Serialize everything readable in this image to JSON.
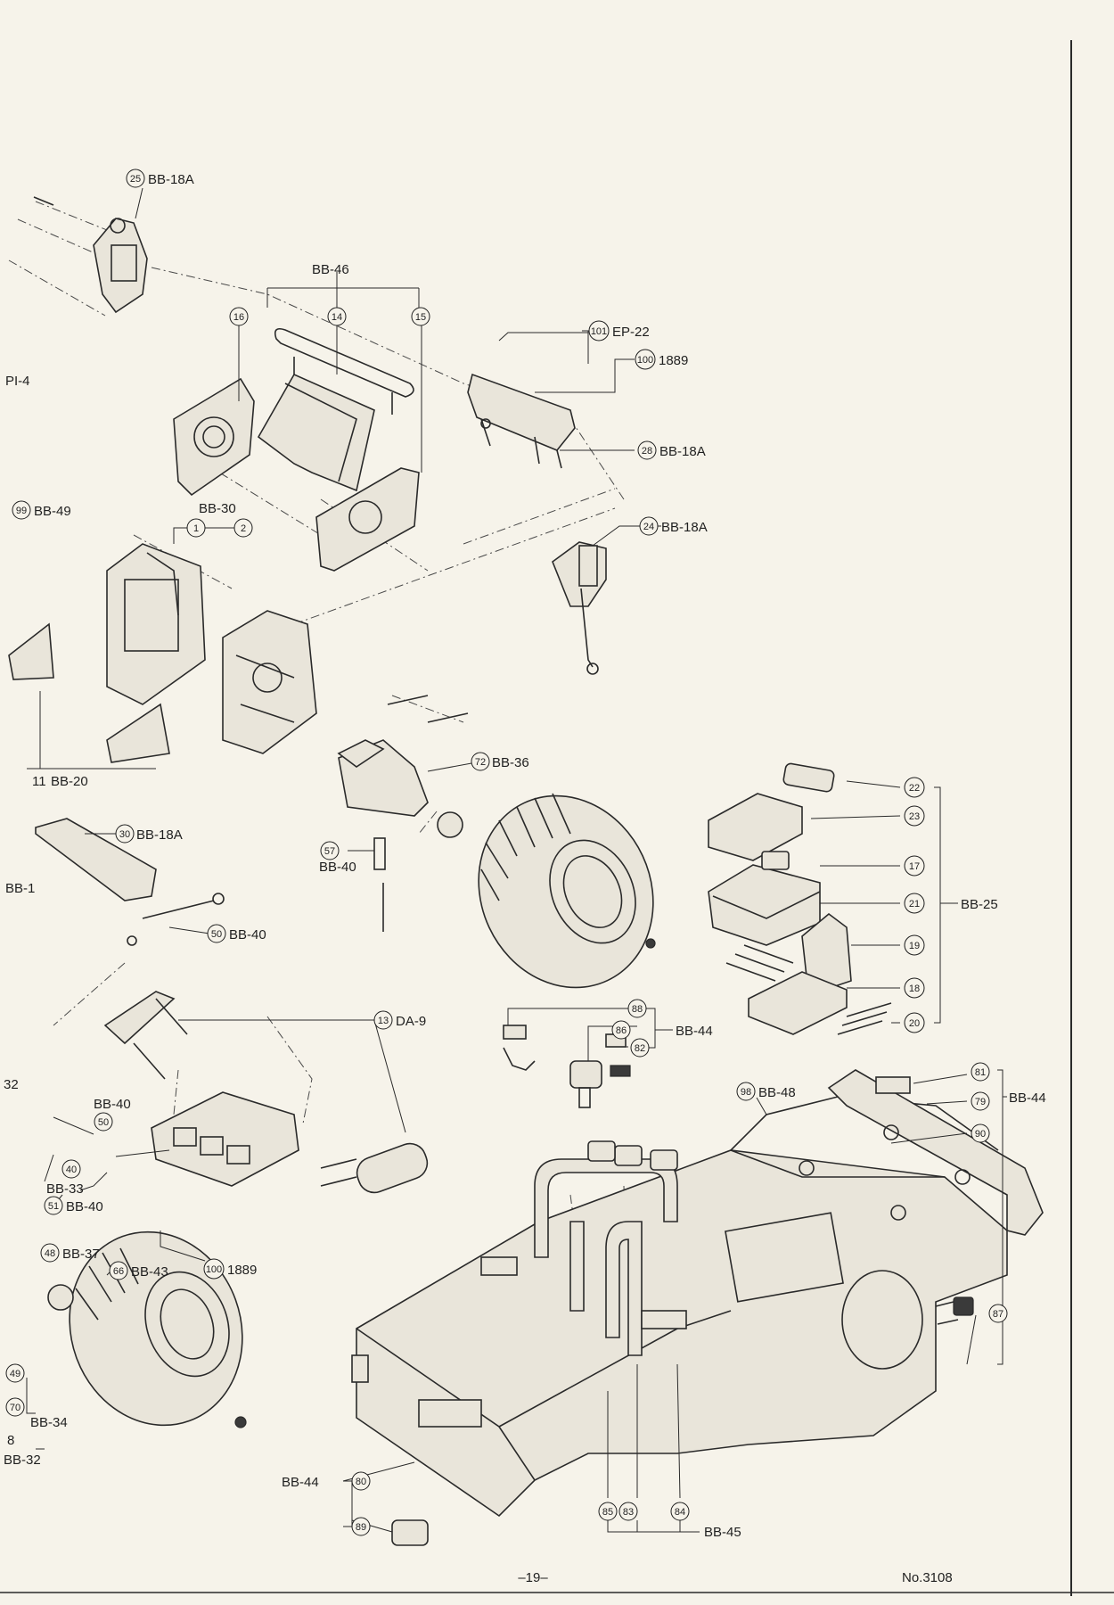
{
  "callouts": {
    "c25": {
      "num": "25",
      "code": "BB-18A"
    },
    "c16": {
      "num": "16"
    },
    "c14": {
      "num": "14"
    },
    "c15": {
      "num": "15"
    },
    "g14": {
      "code": "BB-46"
    },
    "c101": {
      "num": "101",
      "code": "EP-22"
    },
    "c100a": {
      "num": "100",
      "code": "1889"
    },
    "c28": {
      "num": "28",
      "code": "BB-18A"
    },
    "pi4": {
      "code": "PI-4"
    },
    "c99": {
      "num": "99",
      "code": "BB-49"
    },
    "g30": {
      "code": "BB-30"
    },
    "c1": {
      "num": "1"
    },
    "c2": {
      "num": "2"
    },
    "c24": {
      "num": "24",
      "code": "BB-18A"
    },
    "c11": {
      "num": "11",
      "code": "BB-20"
    },
    "c72": {
      "num": "72",
      "code": "BB-36"
    },
    "c30": {
      "num": "30",
      "code": "BB-18A"
    },
    "bb1": {
      "code": "BB-1"
    },
    "c57": {
      "num": "57",
      "code": "BB-40"
    },
    "c50a": {
      "num": "50",
      "code": "BB-40"
    },
    "c13": {
      "num": "13",
      "code": "DA-9"
    },
    "c22": {
      "num": "22"
    },
    "c23": {
      "num": "23"
    },
    "c17": {
      "num": "17"
    },
    "c21": {
      "num": "21"
    },
    "c19": {
      "num": "19"
    },
    "c18": {
      "num": "18"
    },
    "c20": {
      "num": "20"
    },
    "g25": {
      "code": "BB-25"
    },
    "c88": {
      "num": "88"
    },
    "c86": {
      "num": "86"
    },
    "c82": {
      "num": "82"
    },
    "g44a": {
      "code": "BB-44"
    },
    "c98": {
      "num": "98",
      "code": "BB-48"
    },
    "c81": {
      "num": "81"
    },
    "c79": {
      "num": "79"
    },
    "c90": {
      "num": "90"
    },
    "g44b": {
      "code": "BB-44"
    },
    "c87": {
      "num": "87"
    },
    "s32": {
      "code": "32"
    },
    "bb40b": {
      "code": "BB-40"
    },
    "c50b": {
      "num": "50"
    },
    "c40": {
      "num": "40"
    },
    "bb33": {
      "code": "BB-33"
    },
    "c51": {
      "num": "51",
      "code": "BB-40"
    },
    "c48": {
      "num": "48",
      "code": "BB-37"
    },
    "c66": {
      "num": "66",
      "code": "BB-43"
    },
    "c100b": {
      "num": "100",
      "code": "1889"
    },
    "c49": {
      "num": "49"
    },
    "c70": {
      "num": "70",
      "code": "BB-34"
    },
    "s8": {
      "num": "8",
      "code": "BB-32"
    },
    "c80": {
      "num": "80"
    },
    "c89": {
      "num": "89"
    },
    "g44c": {
      "code": "BB-44"
    },
    "c85": {
      "num": "85"
    },
    "c83": {
      "num": "83"
    },
    "c84": {
      "num": "84"
    },
    "g45": {
      "code": "BB-45"
    }
  },
  "footer": {
    "page_number": "–19–",
    "doc_number": "No.3108"
  }
}
